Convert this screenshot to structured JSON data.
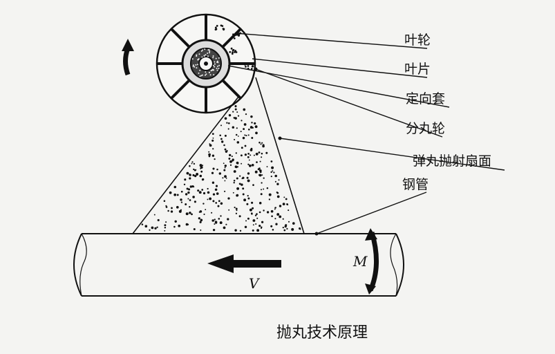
{
  "labels": {
    "impeller": "叶轮",
    "blade": "叶片",
    "control_cage": "定向套",
    "distributor": "分丸轮",
    "blast_fan": "弹丸抛射扇面",
    "steel_pipe": "钢管"
  },
  "pipe": {
    "rotation_symbol": "M",
    "velocity_symbol": "V"
  },
  "caption": "抛丸技术原理",
  "colors": {
    "ink": "#111111",
    "paper": "#f4f4f2"
  }
}
